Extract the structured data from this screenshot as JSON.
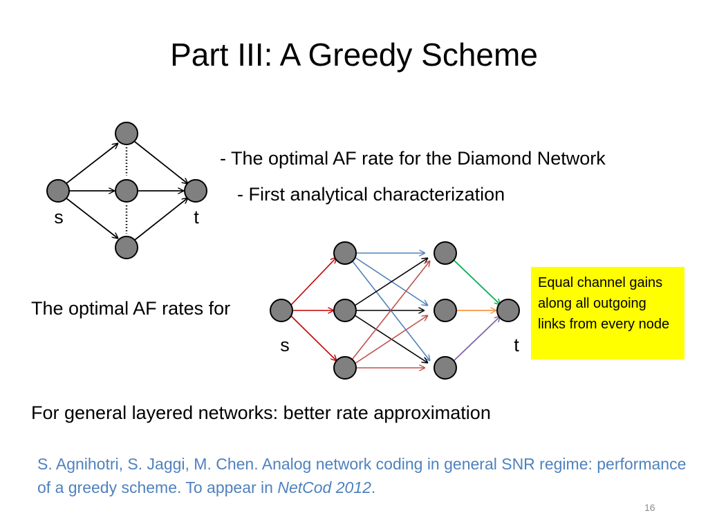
{
  "slide": {
    "title": "Part III: A Greedy Scheme",
    "bullet_diamond": "- The optimal AF rate for the Diamond Network",
    "bullet_first": "- First analytical characterization",
    "layered_intro": "The optimal AF rates for",
    "general_networks": "For general layered networks: better rate approximation",
    "note_box": "Equal channel gains along all outgoing links from every node",
    "citation": {
      "authors_text": "S. Agnihotri, S. Jaggi, M. Chen. Analog network coding in general SNR regime: performance of a greedy scheme. To appear in ",
      "venue": "NetCod 2012",
      "period": "."
    },
    "page_number": "16"
  },
  "diagram_diamond": {
    "source_label": "s",
    "sink_label": "t"
  },
  "diagram_layered": {
    "source_label": "s",
    "sink_label": "t"
  },
  "colors": {
    "node_fill": "#808080",
    "red_edge": "#c0504d",
    "dark_red_edge": "#c00000",
    "blue_edge": "#4f81bd",
    "green_edge": "#00b050",
    "orange_edge": "#f79646",
    "purple_edge": "#8064a2",
    "note_bg": "#ffff00",
    "citation_text": "#4f81bd"
  }
}
